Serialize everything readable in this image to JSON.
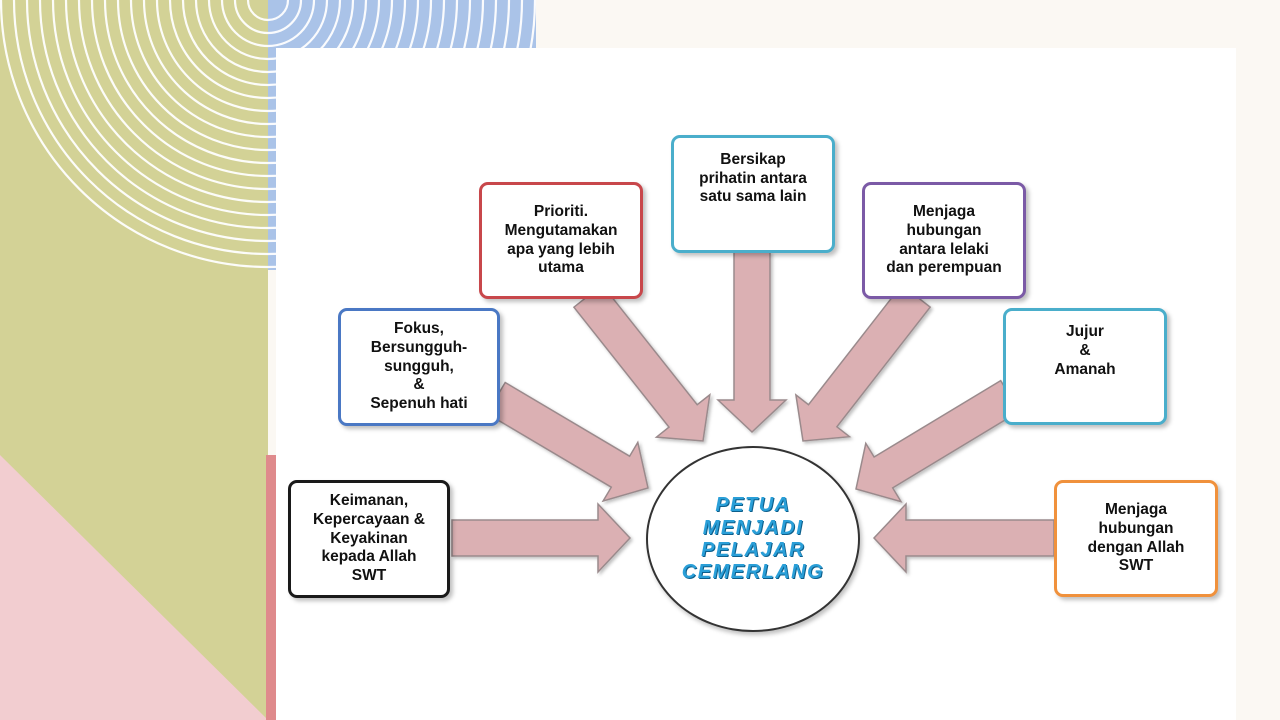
{
  "colors": {
    "background": "#fbf8f3",
    "card": "#ffffff",
    "arrow_fill": "#dbb0b3",
    "arrow_stroke": "#9a8a8c",
    "center_text": "#2a9fd8",
    "olive_shape": "#d3d296",
    "pink_shape": "#f2cdd0",
    "blue_shape": "#aac3e8",
    "red_strip": "#df8a8c"
  },
  "center": {
    "label": "PETUA\nMENJADI\nPELAJAR\nCEMERLANG"
  },
  "nodes": [
    {
      "id": "keimanan",
      "label": "Keimanan,\nKepercayaan &\nKeyakinan\nkepada Allah\nSWT",
      "border_color": "#1a1a1a"
    },
    {
      "id": "fokus",
      "label": "Fokus,\nBersungguh-\nsungguh,\n&\nSepenuh hati",
      "border_color": "#4a78c4"
    },
    {
      "id": "prioriti",
      "label": "Prioriti.\nMengutamakan\napa yang lebih\nutama",
      "border_color": "#c8474b"
    },
    {
      "id": "prihatin",
      "label": "Bersikap\nprihatin antara\nsatu sama lain",
      "border_color": "#4aaecb"
    },
    {
      "id": "lelaki",
      "label": "Menjaga\nhubungan\nantara  lelaki\ndan perempuan",
      "border_color": "#7b5aa6"
    },
    {
      "id": "jujur",
      "label": "Jujur\n&\nAmanah",
      "border_color": "#4aaecb"
    },
    {
      "id": "allah",
      "label": "Menjaga\nhubungan\ndengan Allah\nSWT",
      "border_color": "#f0913c"
    }
  ]
}
